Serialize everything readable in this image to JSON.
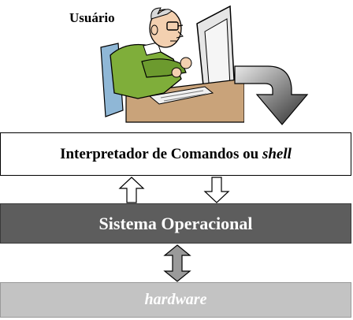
{
  "user": {
    "label": "Usuário"
  },
  "layers": {
    "shell": {
      "text": "Interpretador de Comandos ou ",
      "emphasis": "shell"
    },
    "os": {
      "text": "Sistema Operacional"
    },
    "hardware": {
      "text": "hardware"
    }
  },
  "colors": {
    "os_fill": "#5d5d5d",
    "hardware_fill": "#c3c3c3",
    "arrow_gray": "#8c8c8c"
  }
}
